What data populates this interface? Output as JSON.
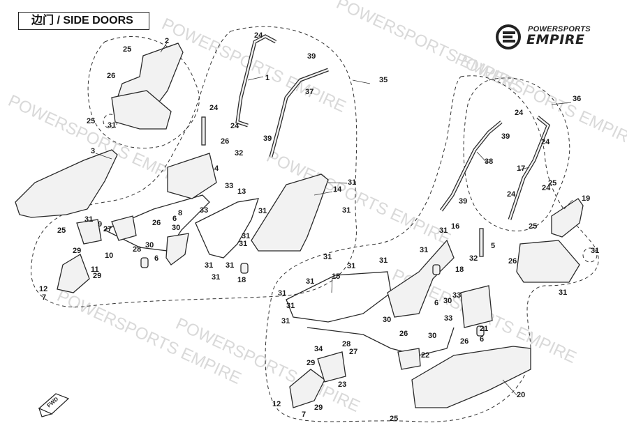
{
  "title": "边门 / SIDE DOORS",
  "brand": {
    "line1": "POWERSPORTS",
    "line2": "EMPIRE"
  },
  "watermark": "POWERSPORTS EMPIRE",
  "fwd_label": "FWD",
  "colors": {
    "line": "#2a2a2a",
    "part_fill": "#f2f2f2",
    "dark_fill": "#555555",
    "watermark": "#d9d9d9"
  },
  "callouts": [
    "1",
    "2",
    "3",
    "4",
    "5",
    "6",
    "6",
    "6",
    "6",
    "7",
    "7",
    "8",
    "9",
    "10",
    "11",
    "12",
    "12",
    "13",
    "14",
    "15",
    "16",
    "17",
    "18",
    "18",
    "19",
    "20",
    "21",
    "22",
    "23",
    "24",
    "24",
    "24",
    "24",
    "24",
    "24",
    "24",
    "25",
    "25",
    "25",
    "25",
    "25",
    "25",
    "26",
    "26",
    "26",
    "26",
    "26",
    "26",
    "27",
    "27",
    "28",
    "28",
    "29",
    "29",
    "29",
    "29",
    "30",
    "30",
    "30",
    "30",
    "30",
    "31",
    "31",
    "31",
    "31",
    "31",
    "31",
    "31",
    "31",
    "31",
    "31",
    "31",
    "31",
    "31",
    "31",
    "31",
    "31",
    "31",
    "31",
    "31",
    "31",
    "31",
    "32",
    "32",
    "33",
    "33",
    "33",
    "33",
    "34",
    "35",
    "36",
    "37",
    "38",
    "39",
    "39",
    "39",
    "39"
  ]
}
